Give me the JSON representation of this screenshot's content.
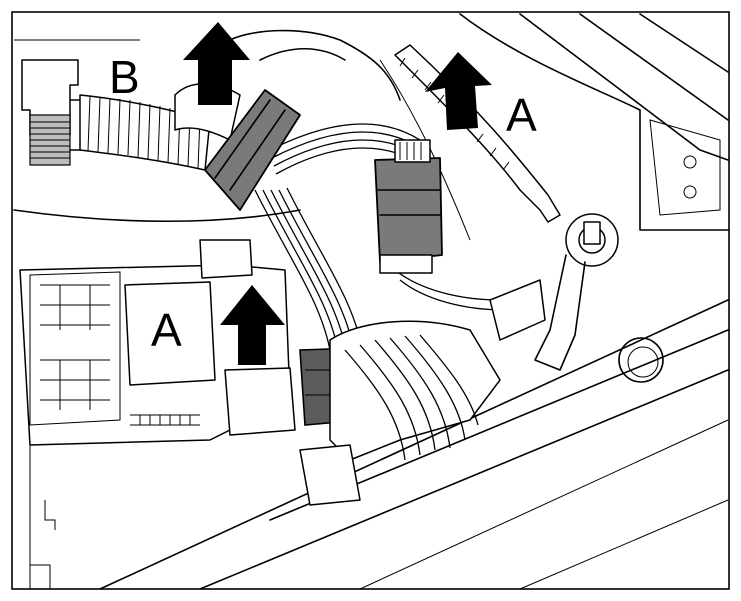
{
  "diagram": {
    "labels": {
      "b_top_left": "B",
      "a_top_right": "A",
      "a_bottom_left": "A"
    },
    "arrow_color": "#000000",
    "connector_color": "#7a7a7a"
  }
}
